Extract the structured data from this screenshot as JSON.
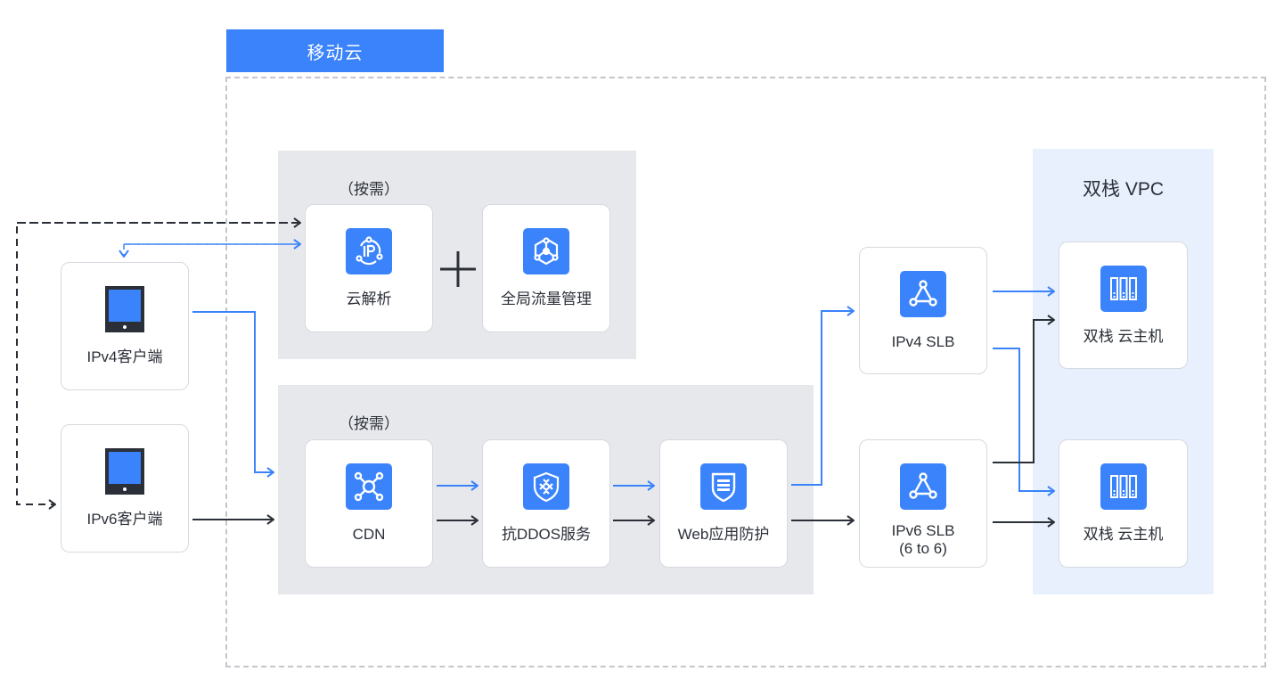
{
  "title": "移动云",
  "vpc_title": "双栈 VPC",
  "colors": {
    "accent": "#3a83fb",
    "dark": "#2b3038",
    "group_bg": "#e7e8ec",
    "vpc_bg": "#e8f0fd",
    "dashed_border": "#c4c6cb"
  },
  "clients": [
    {
      "label": "IPv4客户端",
      "icon": "tablet-icon"
    },
    {
      "label": "IPv6客户端",
      "icon": "tablet-icon"
    }
  ],
  "dns_group": {
    "tag": "（按需）",
    "items": [
      {
        "label": "云解析",
        "icon": "ip-dns-icon"
      },
      {
        "label": "全局流量管理",
        "icon": "traffic-hub-icon"
      }
    ],
    "operator": "+"
  },
  "security_group": {
    "tag": "（按需）",
    "items": [
      {
        "label": "CDN",
        "icon": "cdn-network-icon"
      },
      {
        "label": "抗DDOS服务",
        "icon": "shield-ddos-icon"
      },
      {
        "label": "Web应用防护",
        "icon": "shield-firewall-icon"
      }
    ]
  },
  "slbs": [
    {
      "label": "IPv4 SLB",
      "sub": "",
      "icon": "load-balancer-icon"
    },
    {
      "label": "IPv6 SLB",
      "sub": "(6 to 6)",
      "icon": "load-balancer-icon"
    }
  ],
  "hosts": [
    {
      "label": "双栈 云主机",
      "icon": "server-rack-icon"
    },
    {
      "label": "双栈 云主机",
      "icon": "server-rack-icon"
    }
  ]
}
